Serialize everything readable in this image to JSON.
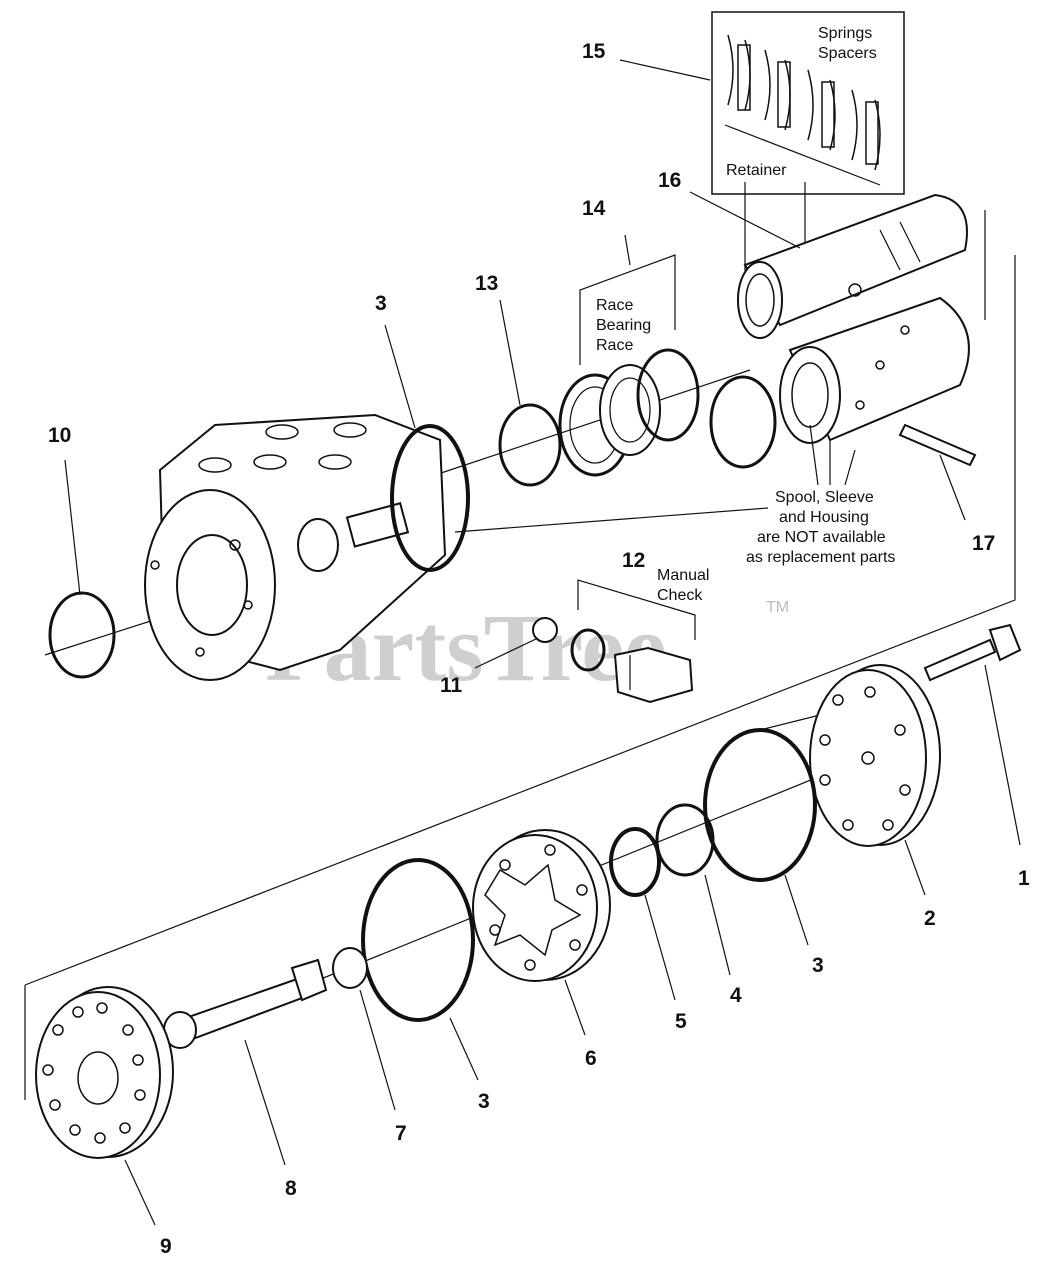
{
  "watermark": {
    "text": "PartsTree",
    "trademark": "TM"
  },
  "callouts": [
    {
      "id": "c1",
      "label": "1"
    },
    {
      "id": "c2",
      "label": "2"
    },
    {
      "id": "c3a",
      "label": "3"
    },
    {
      "id": "c3b",
      "label": "3"
    },
    {
      "id": "c3c",
      "label": "3"
    },
    {
      "id": "c4",
      "label": "4"
    },
    {
      "id": "c5",
      "label": "5"
    },
    {
      "id": "c6",
      "label": "6"
    },
    {
      "id": "c7",
      "label": "7"
    },
    {
      "id": "c8",
      "label": "8"
    },
    {
      "id": "c9",
      "label": "9"
    },
    {
      "id": "c10",
      "label": "10"
    },
    {
      "id": "c11",
      "label": "11"
    },
    {
      "id": "c12",
      "label": "12"
    },
    {
      "id": "c13",
      "label": "13"
    },
    {
      "id": "c14",
      "label": "14"
    },
    {
      "id": "c15",
      "label": "15"
    },
    {
      "id": "c16",
      "label": "16"
    },
    {
      "id": "c17",
      "label": "17"
    }
  ],
  "notes": {
    "springs_spacers": [
      "Springs",
      "Spacers"
    ],
    "retainer": "Retainer",
    "race_bearing_race": [
      "Race",
      "Bearing",
      "Race"
    ],
    "manual_check": [
      "Manual",
      "Check"
    ],
    "not_available": [
      "Spool, Sleeve",
      "and Housing",
      "are NOT available",
      "as replacement parts"
    ]
  }
}
